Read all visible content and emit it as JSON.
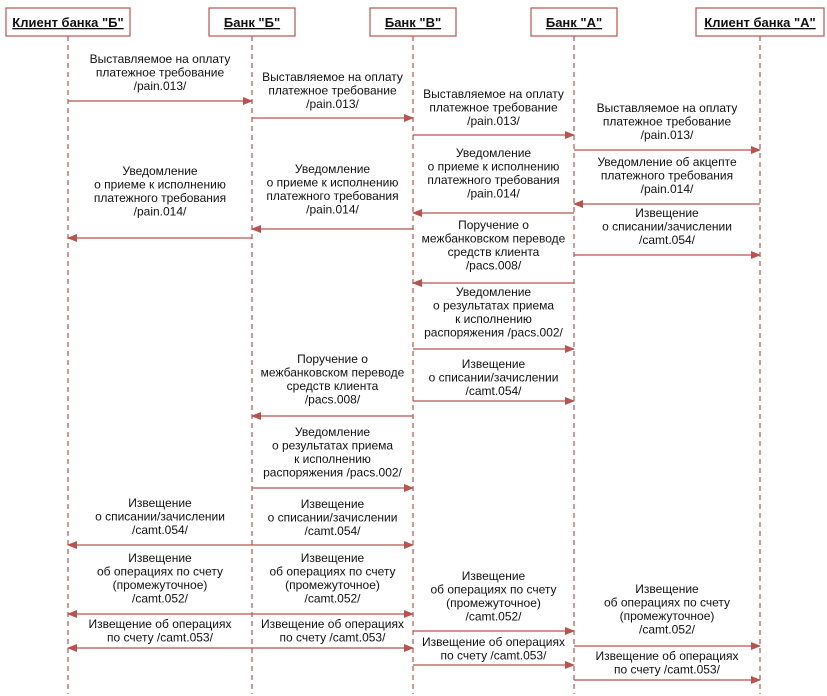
{
  "colors": {
    "line": "#b85450",
    "box_border": "#b85450",
    "text": "#111111",
    "background": "#ffffff"
  },
  "participants": [
    {
      "id": "cb",
      "label": "Клиент банка \"Б\""
    },
    {
      "id": "bb",
      "label": "Банк \"Б\""
    },
    {
      "id": "bv",
      "label": "Банк \"В\""
    },
    {
      "id": "ba",
      "label": "Банк \"А\""
    },
    {
      "id": "ca",
      "label": "Клиент банка \"А\""
    }
  ],
  "messages": [
    {
      "from": "cb",
      "to": "bb",
      "lines": [
        "Выставляемое на оплату",
        "платежное требование",
        "/pain.013/"
      ]
    },
    {
      "from": "bb",
      "to": "bv",
      "lines": [
        "Выставляемое на оплату",
        "платежное требование",
        "/pain.013/"
      ]
    },
    {
      "from": "bv",
      "to": "ba",
      "lines": [
        "Выставляемое на оплату",
        "платежное требование",
        "/pain.013/"
      ]
    },
    {
      "from": "ba",
      "to": "ca",
      "lines": [
        "Выставляемое на оплату",
        "платежное требование",
        "/pain.013/"
      ]
    },
    {
      "from": "ca",
      "to": "ba",
      "lines": [
        "Уведомление об акцепте",
        "платежного требования",
        "/pain.014/"
      ]
    },
    {
      "from": "ba",
      "to": "bv",
      "lines": [
        "Уведомление",
        "о приеме к исполнению",
        "платежного требования",
        "/pain.014/"
      ]
    },
    {
      "from": "bv",
      "to": "bb",
      "lines": [
        "Уведомление",
        "о приеме к исполнению",
        "платежного требования",
        "/pain.014/"
      ]
    },
    {
      "from": "bb",
      "to": "cb",
      "lines": [
        "Уведомление",
        "о приеме к исполнению",
        "платежного требования",
        "/pain.014/"
      ]
    },
    {
      "from": "ba",
      "to": "ca",
      "lines": [
        "Извещение",
        "о списании/зачислении",
        "/camt.054/"
      ]
    },
    {
      "from": "ba",
      "to": "bv",
      "lines": [
        "Поручение о",
        "межбанковском переводе",
        "средств клиента",
        "/pacs.008/"
      ]
    },
    {
      "from": "bv",
      "to": "ba",
      "lines": [
        "Уведомление",
        "о результатах приема",
        "к исполнению",
        "распоряжения /pacs.002/"
      ]
    },
    {
      "from": "bv",
      "to": "bb",
      "lines": [
        "Поручение о",
        "межбанковском переводе",
        "средств клиента",
        "/pacs.008/"
      ]
    },
    {
      "from": "bv",
      "to": "ba",
      "lines": [
        "Извещение",
        "о списании/зачислении",
        "/camt.054/"
      ]
    },
    {
      "from": "bb",
      "to": "bv",
      "lines": [
        "Уведомление",
        "о результатах приема",
        "к исполнению",
        "распоряжения /pacs.002/"
      ]
    },
    {
      "from": "bb",
      "to": "cb",
      "lines": [
        "Извещение",
        "о списании/зачислении",
        "/camt.054/"
      ]
    },
    {
      "from": "bb",
      "to": "bv",
      "lines": [
        "Извещение",
        "о списании/зачислении",
        "/camt.054/"
      ]
    },
    {
      "from": "bb",
      "to": "cb",
      "lines": [
        "Извещение",
        "об операциях по счету",
        "(промежуточное)",
        "/camt.052/"
      ]
    },
    {
      "from": "bb",
      "to": "bv",
      "lines": [
        "Извещение",
        "об операциях по счету",
        "(промежуточное)",
        "/camt.052/"
      ]
    },
    {
      "from": "bv",
      "to": "ba",
      "lines": [
        "Извещение",
        "об операциях по счету",
        "(промежуточное)",
        "/camt.052/"
      ]
    },
    {
      "from": "ba",
      "to": "ca",
      "lines": [
        "Извещение",
        "об операциях по счету",
        "(промежуточное)",
        "/camt.052/"
      ]
    },
    {
      "from": "bb",
      "to": "cb",
      "lines": [
        "Извещение об операциях",
        "по счету /camt.053/"
      ]
    },
    {
      "from": "bb",
      "to": "bv",
      "lines": [
        "Извещение об операциях",
        "по счету /camt.053/"
      ]
    },
    {
      "from": "bv",
      "to": "ba",
      "lines": [
        "Извещение об операциях",
        "по счету /camt.053/"
      ]
    },
    {
      "from": "ba",
      "to": "ca",
      "lines": [
        "Извещение об операциях",
        "по счету /camt.053/"
      ]
    }
  ]
}
